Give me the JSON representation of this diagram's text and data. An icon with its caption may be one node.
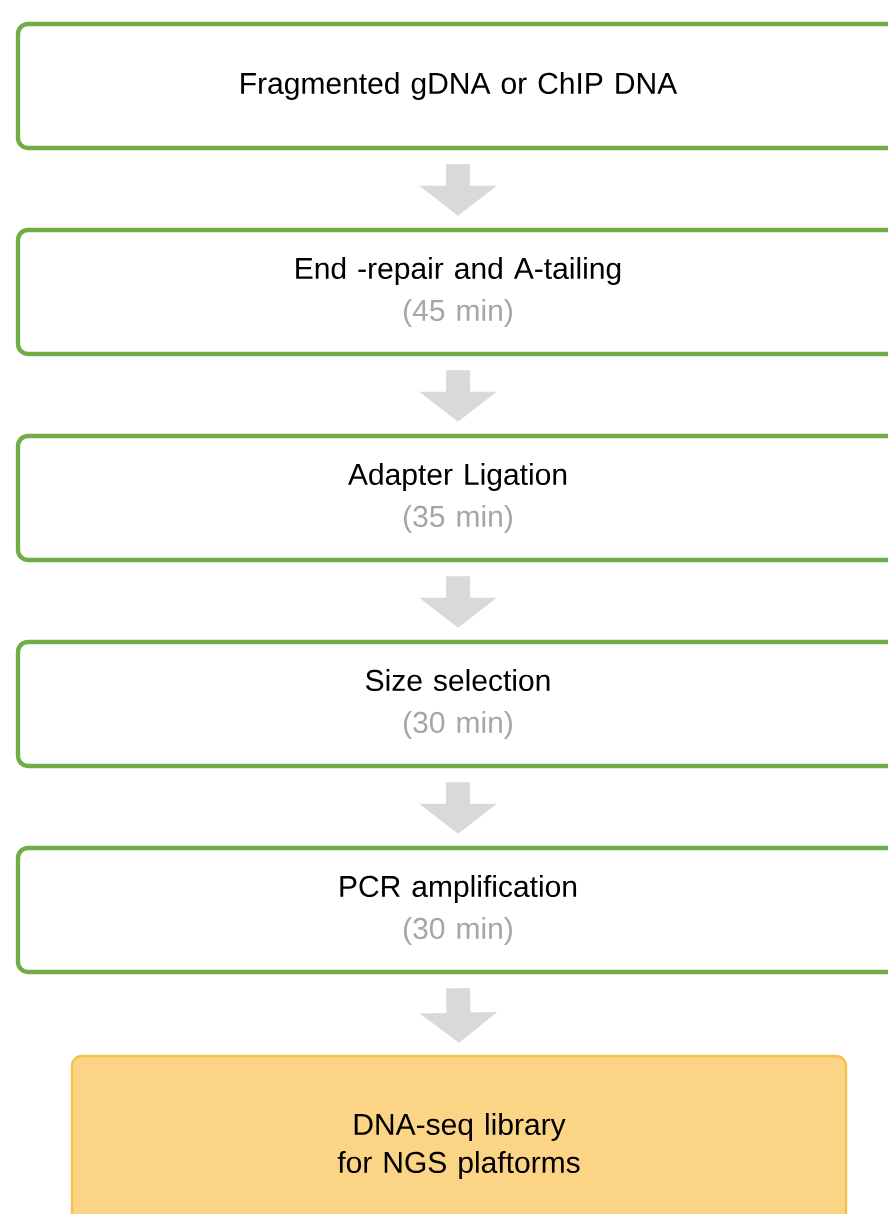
{
  "diagram": {
    "nodes": [
      {
        "text": [
          "Fragmented gDNA or ChIP DNA"
        ]
      },
      {
        "text": [
          "End -repair and A-tailing",
          "(45 min)"
        ]
      },
      {
        "text": [
          "Adapter Ligation",
          "(35 min)"
        ]
      },
      {
        "text": [
          "Size selection",
          "(30 min)"
        ]
      },
      {
        "text": [
          "PCR amplification",
          "(30 min)"
        ]
      },
      {
        "text": [
          "DNA-seq library for NGS plaftorms"
        ]
      }
    ],
    "edges": [
      {
        "from": 0,
        "to": 1,
        "arrow": "to"
      },
      {
        "from": 1,
        "to": 2,
        "arrow": "to"
      },
      {
        "from": 2,
        "to": 3,
        "arrow": "to"
      },
      {
        "from": 3,
        "to": 4,
        "arrow": "to"
      },
      {
        "from": 4,
        "to": 5,
        "arrow": "to"
      }
    ]
  }
}
